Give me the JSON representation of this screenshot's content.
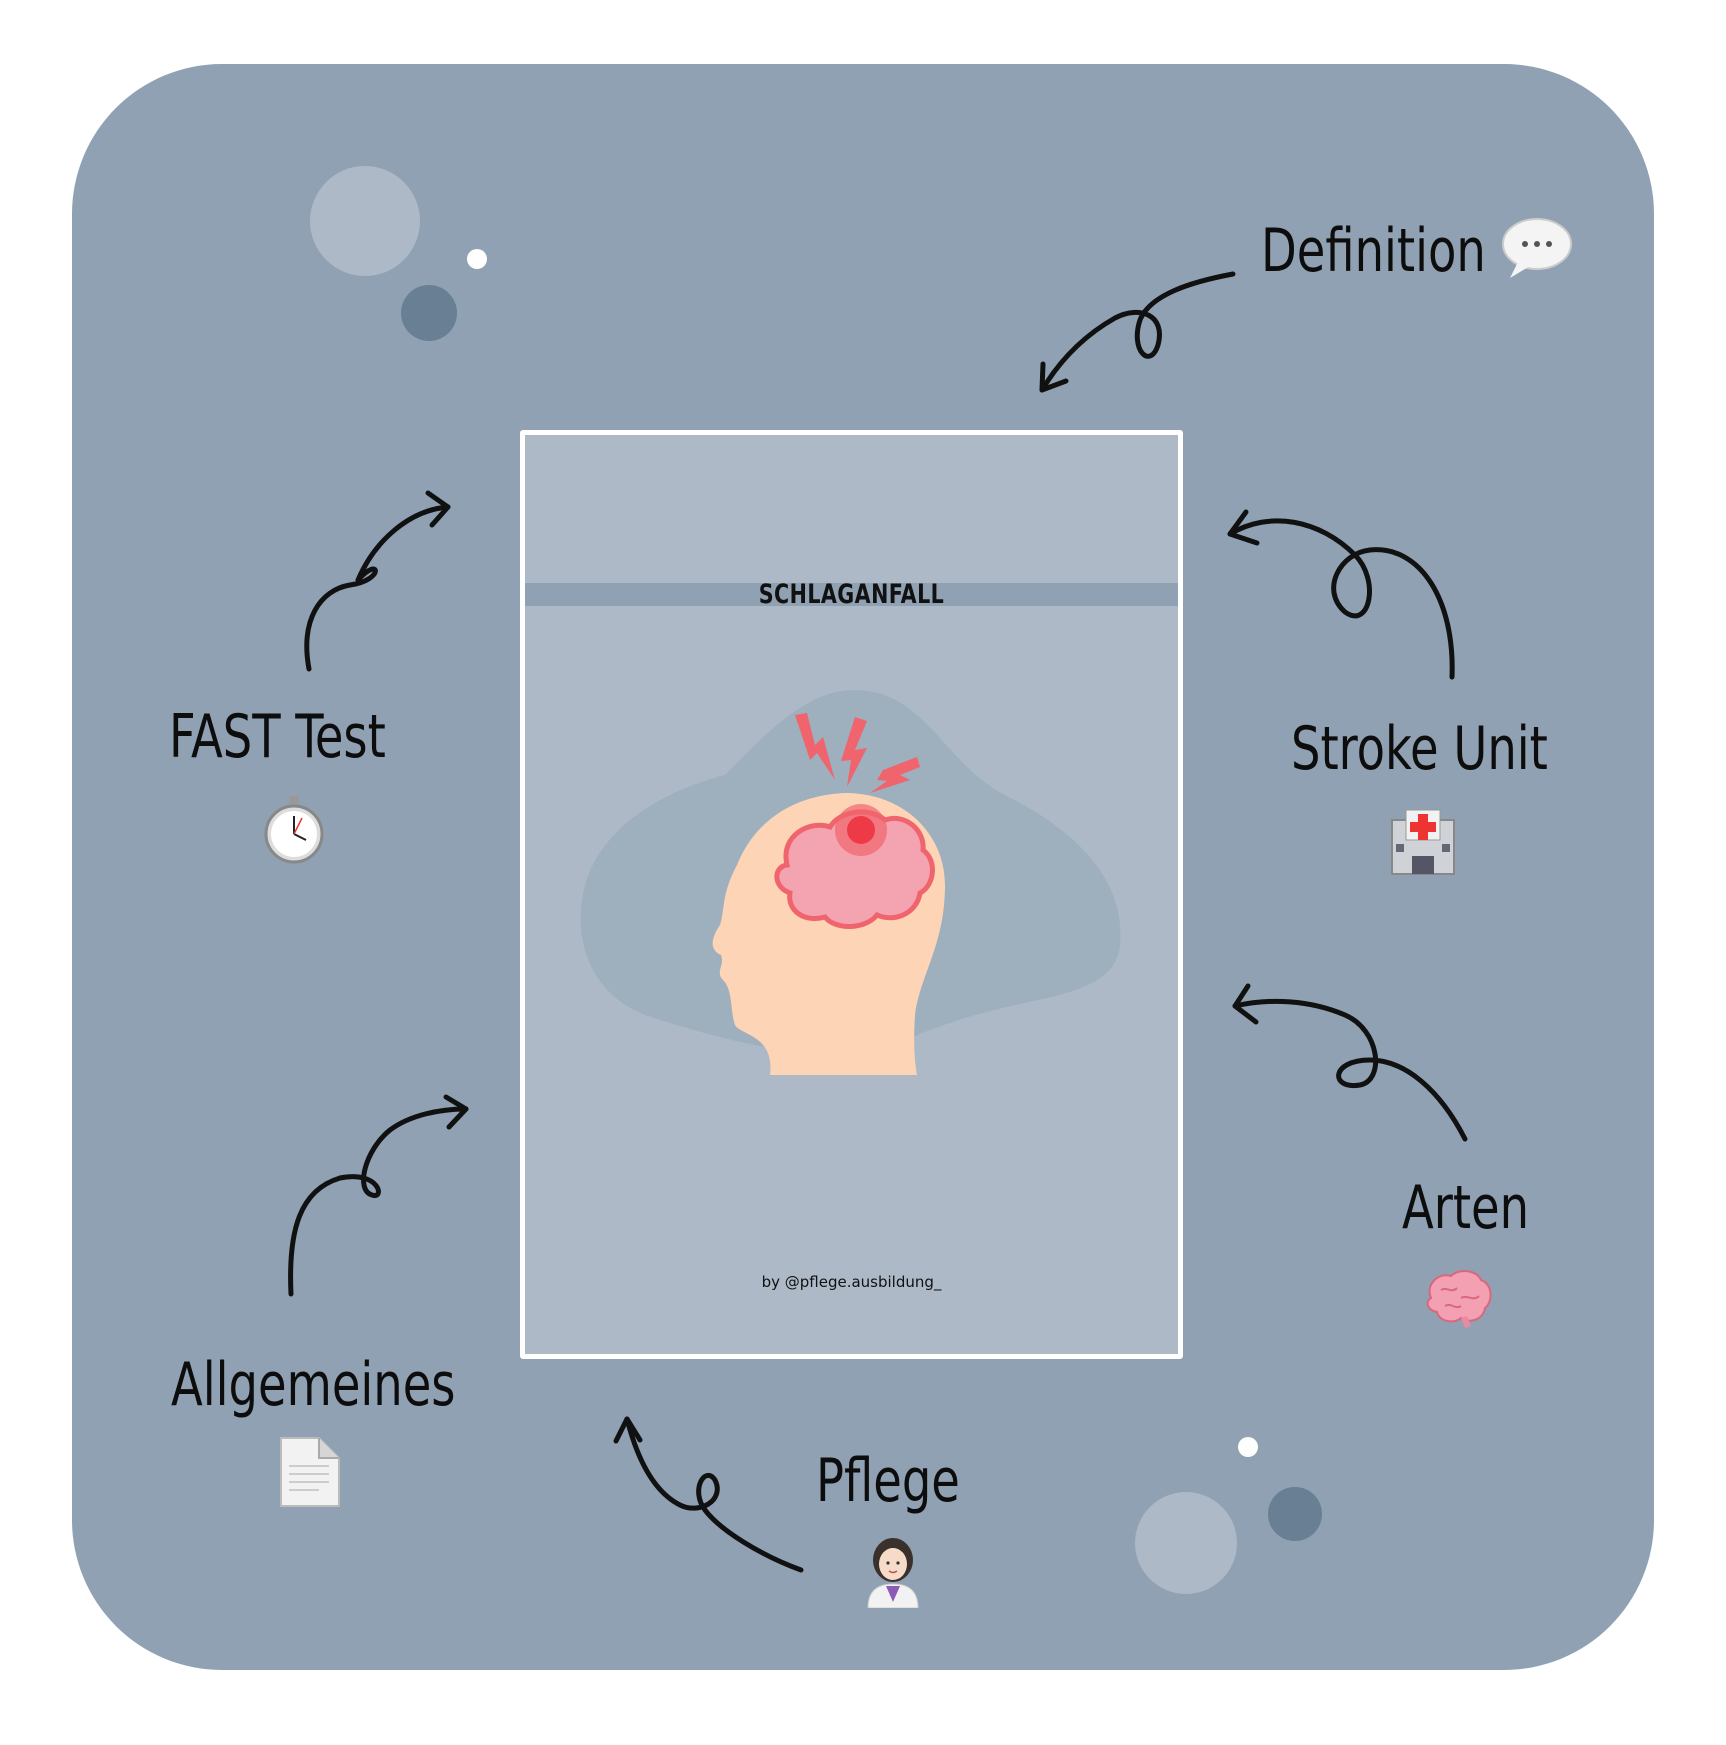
{
  "cover": {
    "title": "SCHLAGANFALL",
    "byline": "by @pflege.ausbildung_"
  },
  "topics": [
    {
      "label": "Definition",
      "icon": "speech-bubble-icon"
    },
    {
      "label": "FAST Test",
      "icon": "stopwatch-icon"
    },
    {
      "label": "Stroke Unit",
      "icon": "hospital-icon"
    },
    {
      "label": "Arten",
      "icon": "brain-icon"
    },
    {
      "label": "Allgemeines",
      "icon": "document-icon"
    },
    {
      "label": "Pflege",
      "icon": "nurse-icon"
    }
  ],
  "colors": {
    "background": "#8fa1b2",
    "card": "#adb9c7",
    "accent_red": "#f0646e",
    "skin": "#fdd5b6"
  }
}
